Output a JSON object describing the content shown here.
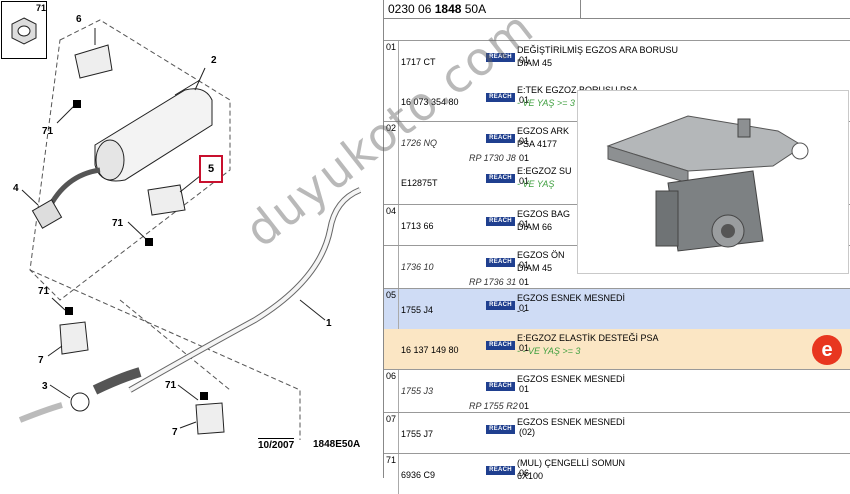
{
  "diagram": {
    "callouts": [
      "71",
      "6",
      "2",
      "71",
      "5",
      "4",
      "71",
      "1",
      "71",
      "7",
      "3",
      "71",
      "7"
    ],
    "footer_date": "10/2007",
    "footer_code": "1848E50A"
  },
  "header": {
    "title_prefix": "0230 06 ",
    "title_bold": "1848",
    "title_suffix": " 50A"
  },
  "badge": {
    "label": "REACH",
    "color": "#1f3f8f"
  },
  "highlight_colors": {
    "blue": "#cfdcf5",
    "orange": "#fbe6c4"
  },
  "watermark": "duyukoto.com",
  "groups": [
    {
      "num": "01",
      "parts": [
        {
          "ref": "1717 CT",
          "qty": "01",
          "desc": "DEĞİŞTİRİLMİŞ EGZOS ARA BORUSU",
          "sub": "DIAM 45"
        },
        {
          "ref": "16 073 354 80",
          "qty": "01",
          "desc": "E:TEK EGZOZ BORUSU PSA",
          "sub": "- VE YAŞ >= 3"
        }
      ]
    },
    {
      "num": "02",
      "parts": [
        {
          "ref": "1726 NQ",
          "ref2": "RP 1730 J8",
          "qty": "01",
          "qty2": "01",
          "desc": "EGZOS ARK",
          "sub": "PSA 4177"
        },
        {
          "ref": "E12875T",
          "qty": "01",
          "desc": "E:EGZOZ SU",
          "sub": "- VE YAŞ"
        }
      ]
    },
    {
      "num": "04",
      "parts": [
        {
          "ref": "1713 66",
          "qty": "01",
          "desc": "EGZOS BAG",
          "sub": "DIAM 66"
        }
      ]
    },
    {
      "num": "",
      "parts": [
        {
          "ref": "1736 10",
          "ref2": "RP 1736 31",
          "qty": "01",
          "qty2": "01",
          "desc": "EGZOS ÖN",
          "sub": "DIAM 45"
        }
      ]
    },
    {
      "num": "05",
      "parts": [
        {
          "ref": "1755 J4",
          "qty": "01",
          "desc": "EGZOS ESNEK MESNEDİ",
          "sub": "- -"
        },
        {
          "ref": "16 137 149 80",
          "qty": "01",
          "desc": "E:EGZOZ ELASTİK DESTEĞİ PSA",
          "sub": "- - VE YAŞ >= 3"
        }
      ]
    },
    {
      "num": "06",
      "parts": [
        {
          "ref": "1755 J3",
          "ref2": "RP 1755 R2",
          "qty": "01",
          "qty2": "01",
          "desc": "EGZOS ESNEK MESNEDİ",
          "sub": ""
        }
      ]
    },
    {
      "num": "07",
      "parts": [
        {
          "ref": "1755 J7",
          "qty": "(02)",
          "desc": "EGZOS ESNEK MESNEDİ",
          "sub": ""
        }
      ]
    },
    {
      "num": "71",
      "parts": [
        {
          "ref": "6936 C9",
          "qty": "06",
          "desc": "(MUL) ÇENGELLİ SOMUN",
          "sub": "6X100"
        }
      ]
    }
  ]
}
